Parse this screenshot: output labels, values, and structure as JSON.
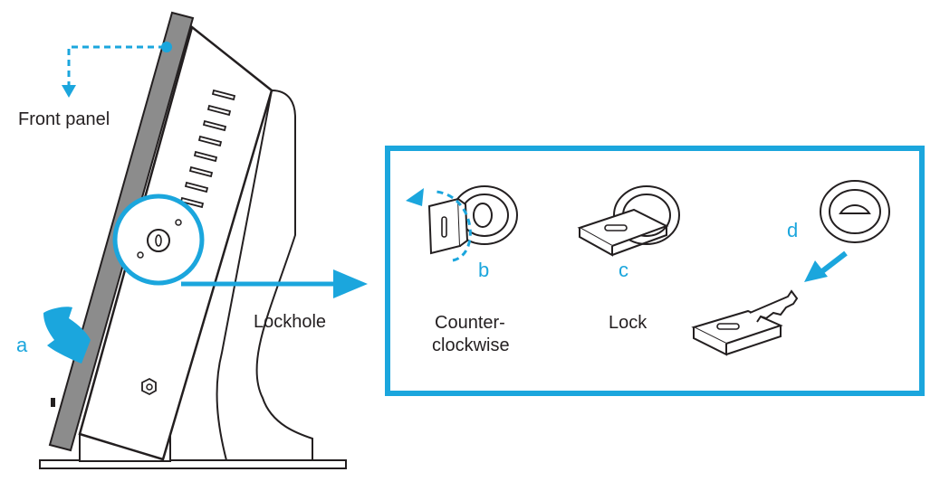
{
  "colors": {
    "accent": "#1ba6dd",
    "line": "#231f20",
    "panel_gray": "#8c8c8c"
  },
  "labels": {
    "front_panel": "Front panel",
    "lockhole": "Lockhole",
    "step_a": "a",
    "step_b": "b",
    "step_c": "c",
    "step_d": "d",
    "counter_line1": "Counter-",
    "counter_line2": "clockwise",
    "lock": "Lock"
  }
}
